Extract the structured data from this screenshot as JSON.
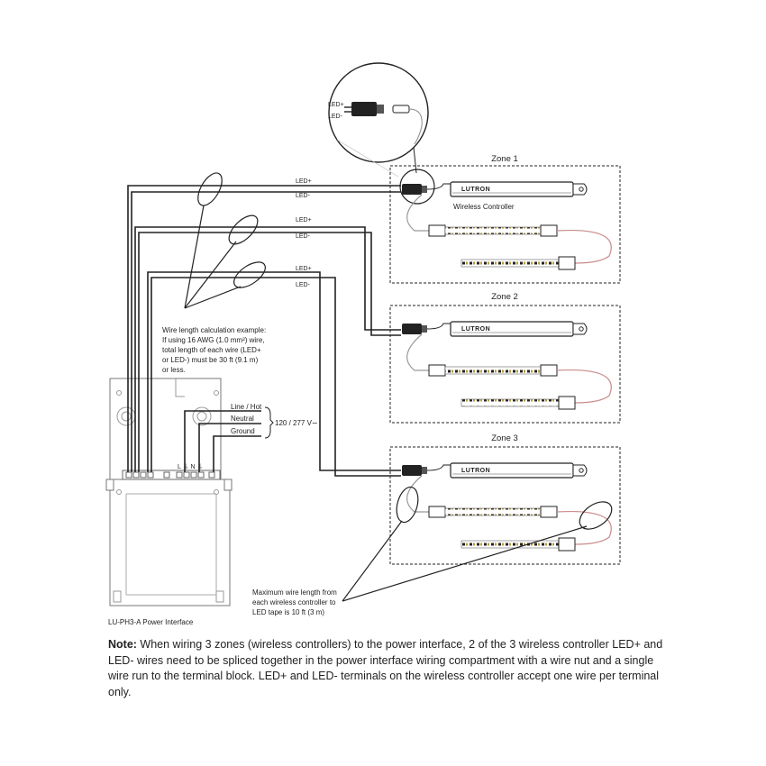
{
  "zones": [
    {
      "label": "Zone 1",
      "controller_label": "Wireless Controller",
      "brand": "LUTRON"
    },
    {
      "label": "Zone 2",
      "brand": "LUTRON"
    },
    {
      "label": "Zone 3",
      "brand": "LUTRON"
    }
  ],
  "wires": {
    "led_plus": "LED+",
    "led_minus": "LED-"
  },
  "inset": {
    "led_plus": "LED+",
    "led_minus": "LED-"
  },
  "callout_wire_length": {
    "line1": "Wire length calculation example:",
    "line2": "If using 16 AWG (1.0 mm²) wire,",
    "line3": "total length of each wire (LED+",
    "line4": "or LED-) must be 30 ft (9.1 m)",
    "line5": "or less."
  },
  "callout_max_length": {
    "line1": "Maximum wire length from",
    "line2": "each wireless controller to",
    "line3": "LED tape is 10 ft (3 m)"
  },
  "power": {
    "line_hot": "Line / Hot",
    "neutral": "Neutral",
    "ground": "Ground",
    "voltage": "120 / 277 V∼",
    "device_label": "LU-PH3-A Power Interface",
    "terminals": "L ⏚ N ⏚"
  },
  "note": {
    "label": "Note:",
    "text": " When wiring 3 zones (wireless controllers) to the power interface, 2 of the 3 wireless controller LED+ and LED- wires need to be spliced together in the power interface wiring compartment with a wire nut and a single wire run to the terminal block. LED+ and LED- terminals on the wireless controller accept one wire per terminal only."
  }
}
